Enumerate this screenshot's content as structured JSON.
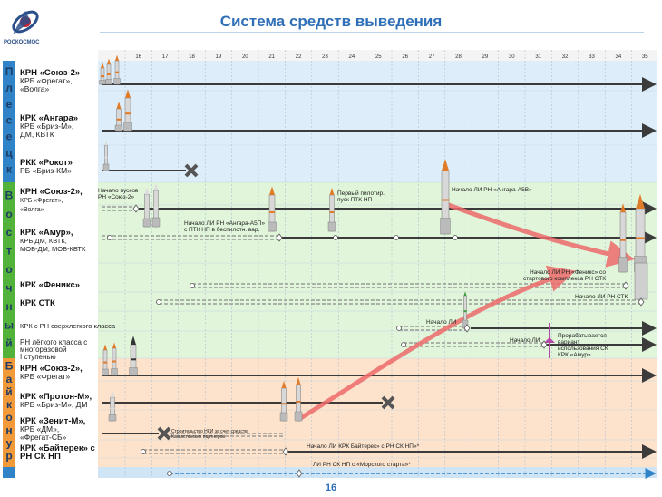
{
  "header": {
    "title": "Система средств выведения",
    "logo_text": "РОСКОСМОС",
    "page_number": "16"
  },
  "years": [
    "16",
    "17",
    "18",
    "19",
    "20",
    "21",
    "22",
    "23",
    "24",
    "25",
    "26",
    "27",
    "28",
    "29",
    "30",
    "31",
    "32",
    "33",
    "34",
    "35"
  ],
  "regions": [
    {
      "id": "plesetsk",
      "label": "Плесецк",
      "color": "#2f83c6",
      "bg": "#ddeefa"
    },
    {
      "id": "vostochny",
      "label": "Восточный",
      "color": "#52b23a",
      "bg": "#e0f5d9"
    },
    {
      "id": "baikonur",
      "label": "Байконур",
      "color": "#f29a3a",
      "bg": "#fde3cc"
    },
    {
      "id": "sea",
      "label": "",
      "color": "#2f83c6",
      "bg": "#cfe4f5"
    }
  ],
  "rows": {
    "soyuz_plesetsk": {
      "title": "КРН «Союз-2»",
      "sub": "КРБ «Фрегат»,\n«Волга»"
    },
    "angara": {
      "title": "КРК «Ангара»",
      "sub": "КРБ «Бриз-М»,\nДМ, КВТК"
    },
    "rokot": {
      "title": "РКК «Рокот»",
      "sub": "РБ «Бриз-КМ»"
    },
    "soyuz_vost": {
      "title": "КРН «Союз-2»,",
      "sub": "КРБ «Фрегат»,\n«Волга»"
    },
    "amur": {
      "title": "КРК «Амур»,",
      "sub": "КРБ ДМ, КВТК,\nМОБ-ДМ, МОБ-КВТК"
    },
    "feniks": {
      "title": "КРК «Феникс»",
      "sub": ""
    },
    "stk": {
      "title": "КРК СТК",
      "sub": ""
    },
    "superheavy": {
      "title": "",
      "sub": "КРК с РН сверхлегкого класса"
    },
    "light": {
      "title": "",
      "sub": "РН лёгкого класса с\nмногоразовой\nI ступенью"
    },
    "soyuz_baik": {
      "title": "КРН «Союз-2»,",
      "sub": "КРБ «Фрегат»"
    },
    "proton": {
      "title": "КРК «Протон-М»,",
      "sub": "КРБ «Бриз-М», ДМ"
    },
    "zenit": {
      "title": "КРК «Зенит-М»,",
      "sub": "КРБ «ДМ»,\n«Фрегат-СБ»"
    },
    "baiterek": {
      "title": "КРК «Байтерек» с\nРН СК НП",
      "sub": ""
    },
    "sea_launch": {
      "title": "«Морской старт»",
      "sub": ""
    }
  },
  "notes": {
    "n1": "Начало пусков\nРН «Союз-2»",
    "n2": "Первый пилотир.\nпуск ПТК НП",
    "n3": "Начало ЛИ РН «Ангара-А5В»",
    "n4": "Начало ЛИ РН «Ангара-А5П»\nс ПТК НП в беспилотн. вар.",
    "n5": "Начало ЛИ РН «Феникс» со\nстартового комплекса РН СТК",
    "n6": "Начало ЛИ РН СТК",
    "n7": "Начало ЛИ",
    "n8": "Начало ЛИ",
    "n9": "Прорабатывается\nвариант\nиспользования СК\nКРК «Амур»",
    "n10": "Строительство НКИ за счет средств\nКазахстанских партнеров",
    "n11": "Начало ЛИ КРК Байтерек» с РН СК НП»*",
    "n12": "ЛИ РН СК НП  с «Морского старта»*"
  },
  "colors": {
    "arrow": "#3b3b3b",
    "highlight": "#ee6b6b",
    "dashed": "#8a8a8a",
    "sea_arrow": "#2f83c6"
  }
}
